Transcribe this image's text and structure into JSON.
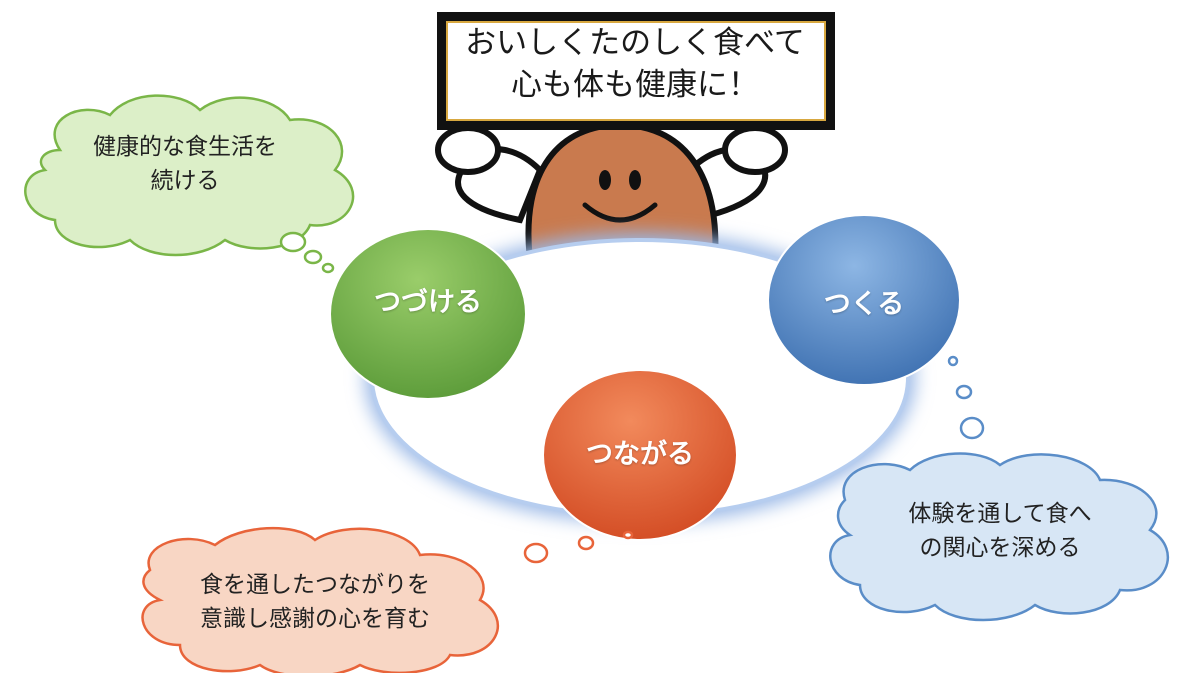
{
  "sign": {
    "line1": "おいしくたのしく食べて",
    "line2": "心も体も健康に！"
  },
  "circles": {
    "tsuzukeru": "つづける",
    "tsukuru": "つくる",
    "tsunagaru": "つながる"
  },
  "bubbles": {
    "green": {
      "line1": "健康的な食生活を",
      "line2": "続ける"
    },
    "blue": {
      "line1": "体験を通して食へ",
      "line2": "の関心を深める"
    },
    "orange": {
      "line1": "食を通したつながりを",
      "line2": "意識し感謝の心を育む"
    }
  },
  "colors": {
    "green": "#7ab648",
    "blue": "#5a8dc8",
    "orange": "#e8643a",
    "bubble_green": "#dcefc8",
    "bubble_blue": "#d7e6f5",
    "bubble_orange": "#f8d6c4",
    "character": "#c97a4e"
  }
}
